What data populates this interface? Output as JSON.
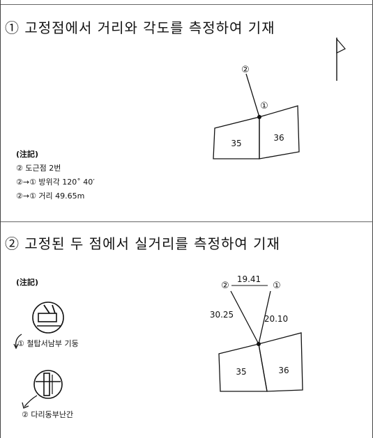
{
  "section1": {
    "title": "① 고정점에서 거리와 각도를 측정하여 기재",
    "diagram": {
      "point_label": "②",
      "corner_label": "①",
      "parcel_left": "35",
      "parcel_right": "36"
    },
    "notes": {
      "heading": "(注記)",
      "lines": [
        "② 도근점 2번",
        "②→① 방위각 120˚ 40′",
        "②→① 거리 49.65m"
      ]
    }
  },
  "section2": {
    "title": "② 고정된 두 점에서 실거리를 측정하여 기재",
    "notes_heading": "(注記)",
    "references": [
      {
        "label": "① 철탑서남부 기둥",
        "icon": "steel-tower-base-icon"
      },
      {
        "label": "② 다리동부난간",
        "icon": "bridge-railing-icon"
      }
    ],
    "diagram": {
      "point_a": "②",
      "point_b": "①",
      "distance_top": "19.41",
      "distance_left": "30.25",
      "distance_right": "20.10",
      "parcel_left": "35",
      "parcel_right": "36"
    }
  },
  "north_arrow_icon": "north-arrow-icon"
}
